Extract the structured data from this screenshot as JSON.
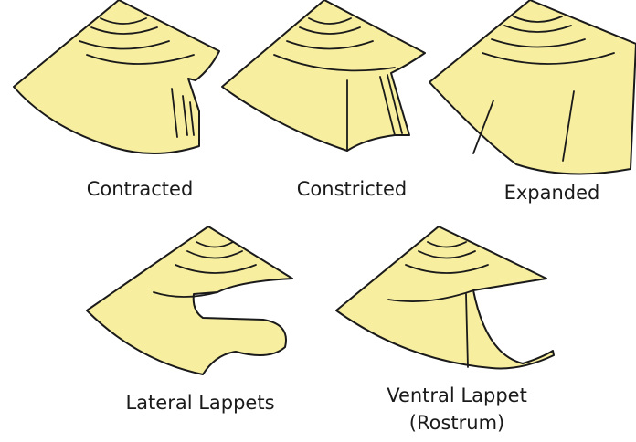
{
  "labels": {
    "contracted": "Contracted",
    "constricted": "Constricted",
    "expanded": "Expanded",
    "lateral": "Lateral Lappets",
    "ventral_line1": "Ventral Lappet",
    "ventral_line2": "(Rostrum)"
  },
  "colors": {
    "fill": "#f7ee9f",
    "stroke": "#1a1a1a"
  }
}
